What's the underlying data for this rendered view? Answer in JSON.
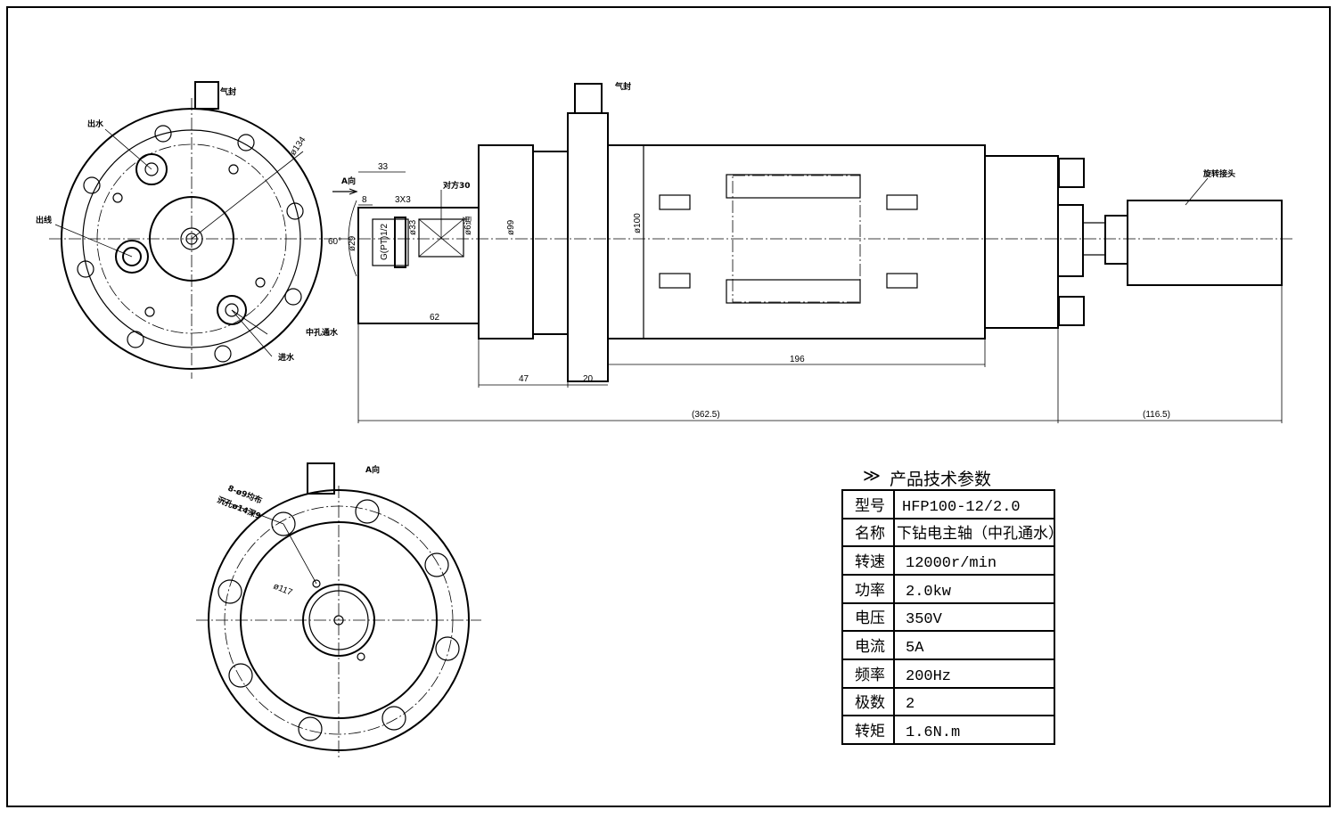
{
  "labels": {
    "air_seal_left": "气封",
    "air_seal_side": "气封",
    "water_out": "出水",
    "wire_out": "出线",
    "center_water": "中孔通水",
    "water_in": "进水",
    "dia_134": "ø134",
    "a_direction": "A向",
    "a_direction_view": "A向",
    "rotary_joint": "旋转接头",
    "thread": "G(PT)1/2",
    "angle_60": "60°",
    "across_flats": "对方30",
    "holes": "8-ø9均布",
    "counterbore": "沉孔ø14深9",
    "dia_117": "ø117"
  },
  "dimensions": {
    "d33_len": "33",
    "d8": "8",
    "d3x3": "3X3",
    "dia29": "ø29",
    "dia33": "ø33",
    "dia6": "ø6通",
    "dia99": "ø99",
    "dia100": "ø100",
    "d62": "62",
    "d47": "47",
    "d20": "20",
    "d196": "196",
    "d362": "(362.5)",
    "d116": "(116.5)"
  },
  "spec_table": {
    "title_icon": "double-chevron-down-icon",
    "title": "产品技术参数",
    "rows": [
      {
        "key": "型号",
        "value": "HFP100-12/2.0"
      },
      {
        "key": "名称",
        "value": "下钻电主轴（中孔通水）"
      },
      {
        "key": "转速",
        "value": "12000r/min"
      },
      {
        "key": "功率",
        "value": "2.0kw"
      },
      {
        "key": "电压",
        "value": "350V"
      },
      {
        "key": "电流",
        "value": "5A"
      },
      {
        "key": "频率",
        "value": "200Hz"
      },
      {
        "key": "极数",
        "value": "2"
      },
      {
        "key": "转矩",
        "value": "1.6N.m"
      }
    ]
  }
}
